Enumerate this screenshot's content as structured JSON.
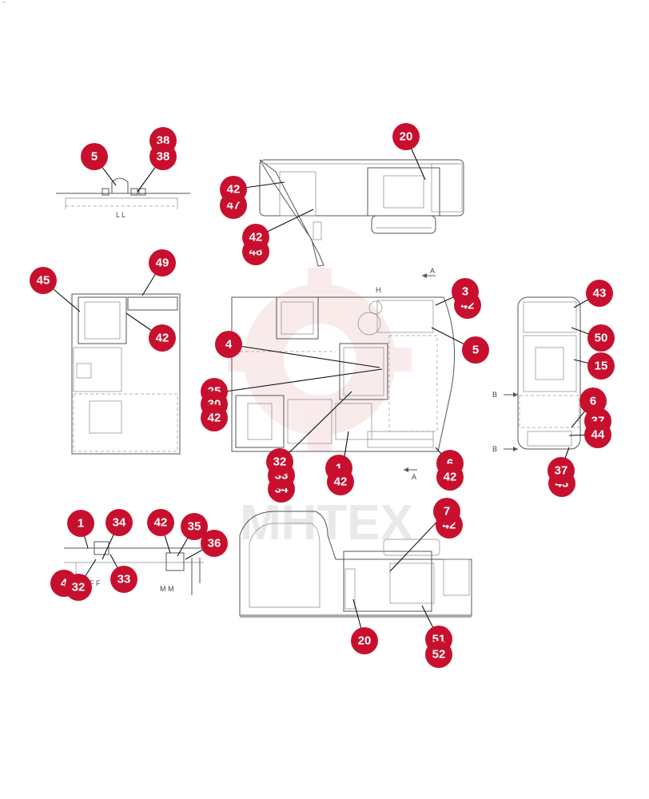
{
  "corner_mark": "·-",
  "watermark": {
    "text": "MHTEX",
    "color": "#f3c8c8"
  },
  "colors": {
    "badge": "#c8102e",
    "badge_text": "#ffffff",
    "linework": "#555555"
  },
  "view_labels": [
    "L L",
    "H",
    "A",
    "A",
    "B",
    "B",
    "F F",
    "M M"
  ],
  "callouts": {
    "tl_38a": "38",
    "tl_5": "5",
    "tl_38": "38",
    "top_20": "20",
    "top_42a": "42",
    "top_47": "47",
    "top_42b": "42",
    "top_48": "48",
    "l_49": "49",
    "l_45": "45",
    "l_42": "42",
    "c_3": "3",
    "c_42a": "42",
    "c_4": "4",
    "c_5": "5",
    "c_25": "25",
    "c_30": "30",
    "c_42b": "42",
    "c_32": "32",
    "c_33": "33",
    "c_34": "34",
    "c_1": "1",
    "c_42c": "42",
    "c_6": "6",
    "c_42d": "42",
    "r_43": "43",
    "r_50": "50",
    "r_15": "15",
    "r_6": "6",
    "r_37a": "37",
    "r_44": "44",
    "r_37": "37",
    "r_43b": "43",
    "b_1": "1",
    "b_34": "34",
    "b_42": "42",
    "b_35": "35",
    "b_36": "36",
    "b_4": "4",
    "b_32": "32",
    "b_33": "33",
    "bc_7": "7",
    "bc_42": "42",
    "bc_20": "20",
    "bc_51": "51",
    "bc_52": "52"
  }
}
